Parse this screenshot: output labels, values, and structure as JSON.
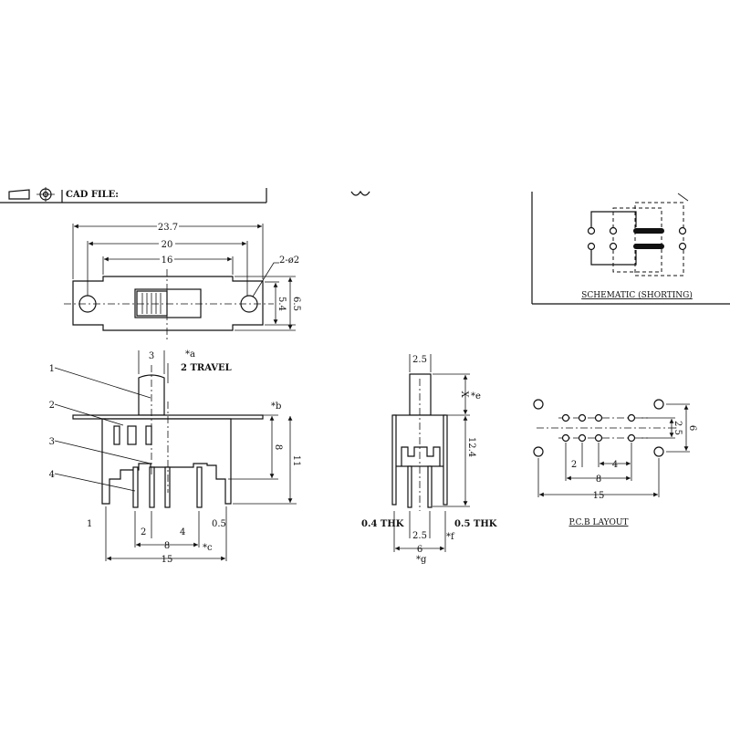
{
  "title_block": {
    "cad_file_label": "CAD FILE:"
  },
  "top_view": {
    "dim_overall": "23.7",
    "dim_holes": "20",
    "dim_body": "16",
    "hole_note": "2-ø2",
    "dim_height_inner": "5.4",
    "dim_height_outer": "6.5"
  },
  "side_view": {
    "callouts": [
      "1",
      "2",
      "3",
      "4"
    ],
    "dim_actuator": "3",
    "note_a": "*a",
    "travel": "2 TRAVEL",
    "note_b": "*b",
    "dim_8v": "8",
    "dim_11": "11",
    "dim_1": "1",
    "dim_2": "2",
    "dim_4": "4",
    "dim_05": "0.5",
    "dim_8h": "8",
    "note_c": "*c",
    "dim_15": "15"
  },
  "front_view": {
    "dim_actuator": "2.5",
    "dim_x": "X",
    "note_e": "*e",
    "dim_height": "12.4",
    "thk_left": "0.4 THK",
    "thk_right": "0.5 THK",
    "dim_pitch": "2.5",
    "note_f": "*f",
    "dim_width": "6",
    "note_g": "*g"
  },
  "schematic": {
    "title": "SCHEMATIC (SHORTING)"
  },
  "pcb_layout": {
    "title": "P.C.B LAYOUT",
    "dim_25": "2.5",
    "dim_6": "6",
    "dim_2": "2",
    "dim_4": "4",
    "dim_8": "8",
    "dim_15": "15"
  }
}
